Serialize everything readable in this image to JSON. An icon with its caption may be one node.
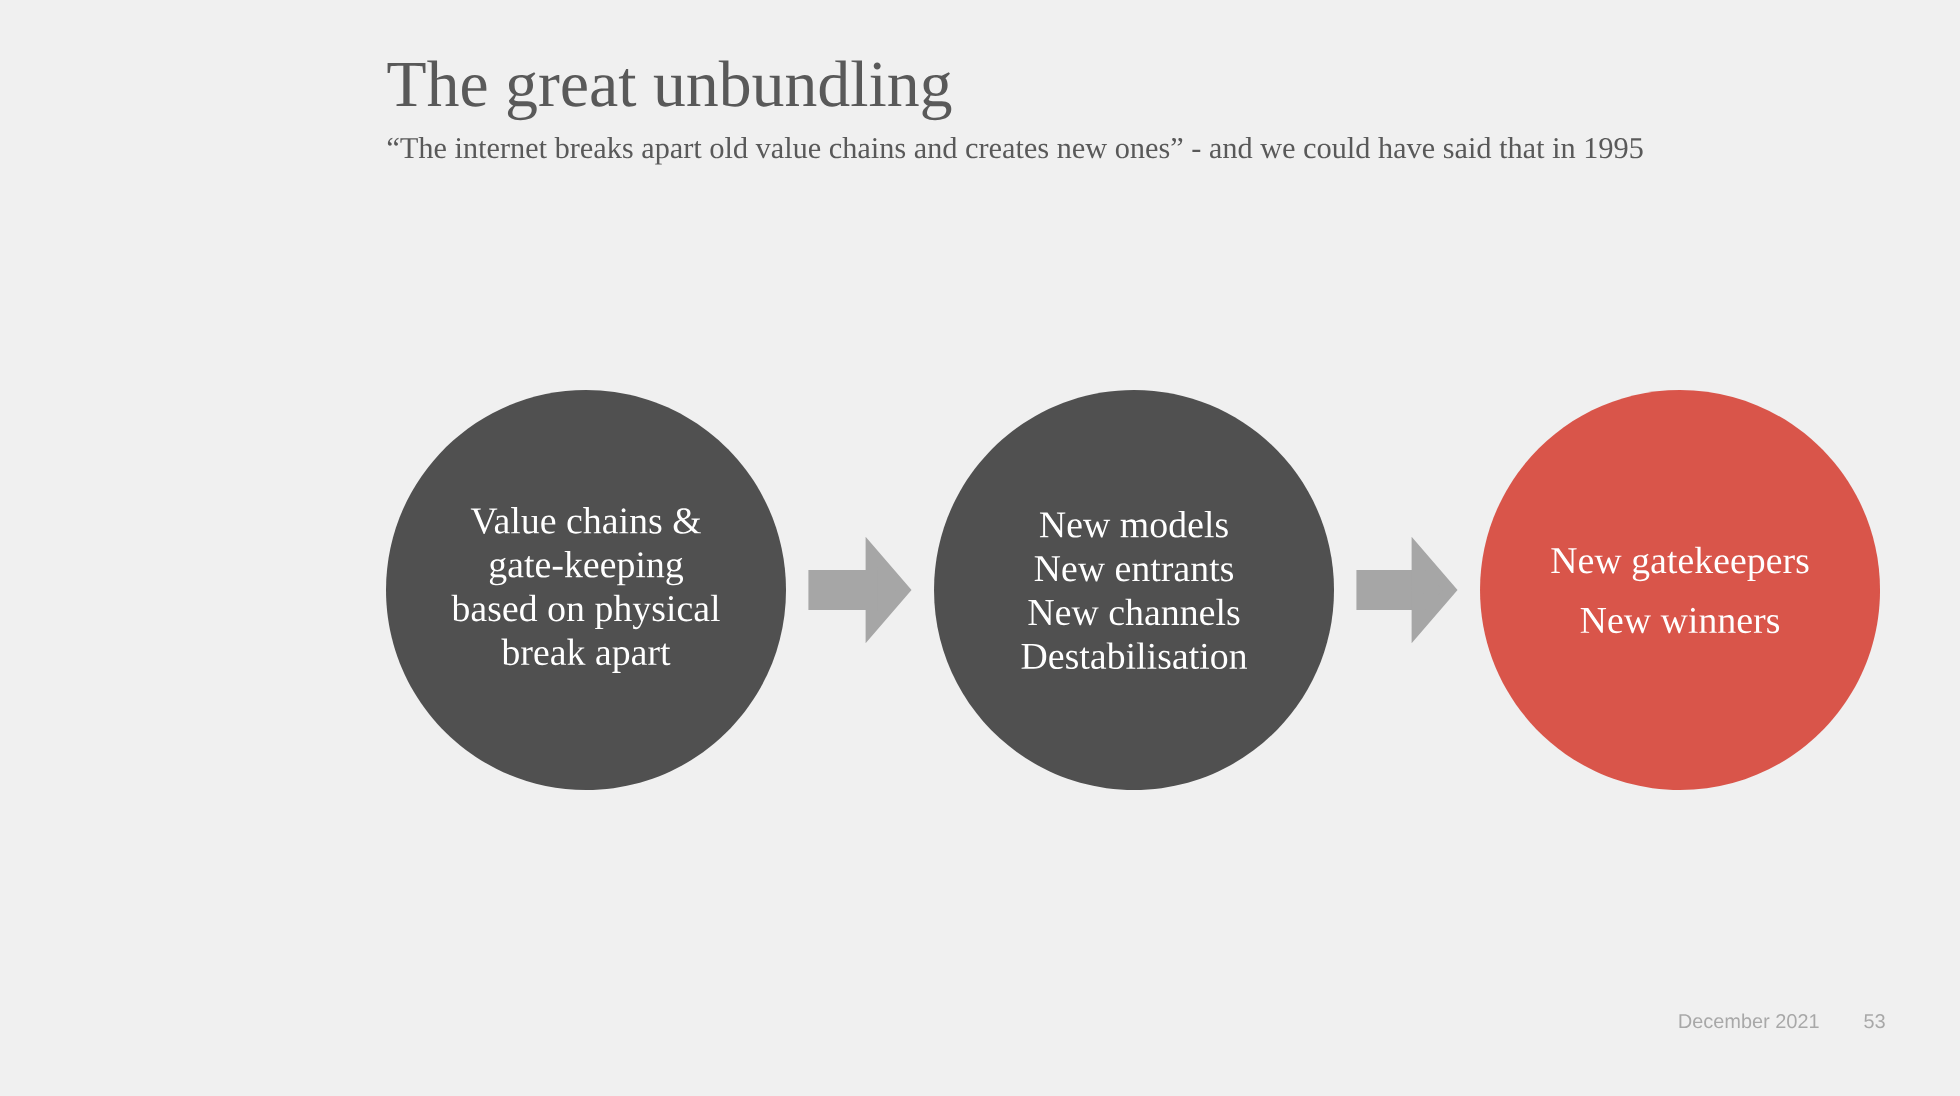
{
  "diagram": {
    "title": "The great unbundling",
    "nodes": [
      {
        "text": [
          "Value chains & gate-keeping based on physical break apart"
        ]
      },
      {
        "text": [
          "New models",
          "New entrants",
          "New channels",
          "Destabilisation"
        ]
      },
      {
        "text": [
          "New gatekeepers",
          "New winners"
        ]
      }
    ],
    "edges": [
      {
        "from": 0,
        "to": 1,
        "arrow": "to"
      },
      {
        "from": 1,
        "to": 2,
        "arrow": "to"
      }
    ],
    "labels": [
      "“The internet breaks apart old value chains and creates new ones” - and we could have said that in 1995",
      "December 2021",
      "53"
    ]
  }
}
